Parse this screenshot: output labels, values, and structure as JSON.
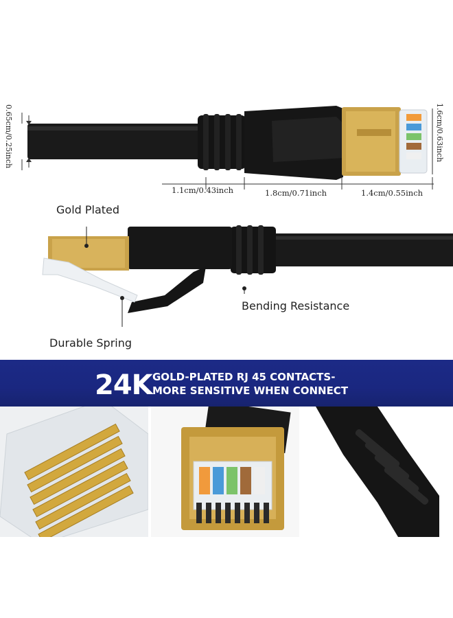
{
  "dimensions": {
    "cable_diameter": "0.65cm/0.25inch",
    "connector_height": "1.6cm/0.63inch",
    "boot_length": "1.1cm/0.43inch",
    "housing_length": "1.8cm/0.71inch",
    "plug_length": "1.4cm/0.55inch"
  },
  "callouts": {
    "gold_plated": "Gold Plated",
    "bending_resistance": "Bending Resistance",
    "durable_spring": "Durable Spring"
  },
  "banner": {
    "big_text": "24K",
    "line1": "GOLD-PLATED RJ 45 CONTACTS-",
    "line2": "MORE SENSITIVE WHEN CONNECT"
  },
  "colors": {
    "banner_blue": "#1c2a86",
    "gold": "#c9a24a",
    "cable_black": "#1a1a1a"
  }
}
